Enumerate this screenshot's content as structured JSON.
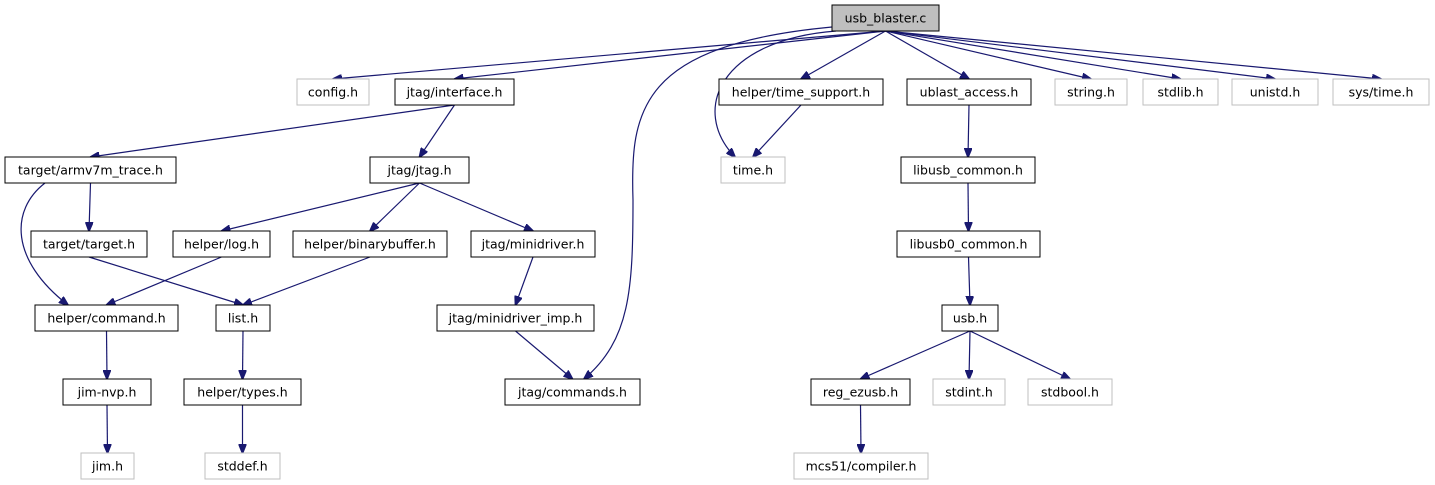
{
  "colors": {
    "edge": "#191970",
    "box_border": "#000000",
    "external_border": "#bfbfbf",
    "root_fill": "#bfbfbf",
    "box_fill": "#ffffff"
  },
  "nodes": [
    {
      "id": "usb_blaster",
      "label": "usb_blaster.c",
      "kind": "root"
    },
    {
      "id": "config",
      "label": "config.h",
      "kind": "external"
    },
    {
      "id": "jtag_interface",
      "label": "jtag/interface.h",
      "kind": "local"
    },
    {
      "id": "time_support",
      "label": "helper/time_support.h",
      "kind": "local"
    },
    {
      "id": "ublast_access",
      "label": "ublast_access.h",
      "kind": "local"
    },
    {
      "id": "string",
      "label": "string.h",
      "kind": "external"
    },
    {
      "id": "stdlib",
      "label": "stdlib.h",
      "kind": "external"
    },
    {
      "id": "unistd",
      "label": "unistd.h",
      "kind": "external"
    },
    {
      "id": "sys_time",
      "label": "sys/time.h",
      "kind": "external"
    },
    {
      "id": "armv7m_trace",
      "label": "target/armv7m_trace.h",
      "kind": "local"
    },
    {
      "id": "jtag_jtag",
      "label": "jtag/jtag.h",
      "kind": "local"
    },
    {
      "id": "time",
      "label": "time.h",
      "kind": "external"
    },
    {
      "id": "libusb_common",
      "label": "libusb_common.h",
      "kind": "local"
    },
    {
      "id": "target_target",
      "label": "target/target.h",
      "kind": "local"
    },
    {
      "id": "helper_log",
      "label": "helper/log.h",
      "kind": "local"
    },
    {
      "id": "binarybuffer",
      "label": "helper/binarybuffer.h",
      "kind": "local"
    },
    {
      "id": "minidriver",
      "label": "jtag/minidriver.h",
      "kind": "local"
    },
    {
      "id": "libusb0_common",
      "label": "libusb0_common.h",
      "kind": "local"
    },
    {
      "id": "helper_command",
      "label": "helper/command.h",
      "kind": "local"
    },
    {
      "id": "list",
      "label": "list.h",
      "kind": "local"
    },
    {
      "id": "minidriver_imp",
      "label": "jtag/minidriver_imp.h",
      "kind": "local"
    },
    {
      "id": "usb",
      "label": "usb.h",
      "kind": "local"
    },
    {
      "id": "jim_nvp",
      "label": "jim-nvp.h",
      "kind": "local"
    },
    {
      "id": "helper_types",
      "label": "helper/types.h",
      "kind": "local"
    },
    {
      "id": "jtag_commands",
      "label": "jtag/commands.h",
      "kind": "local"
    },
    {
      "id": "reg_ezusb",
      "label": "reg_ezusb.h",
      "kind": "local"
    },
    {
      "id": "stdint",
      "label": "stdint.h",
      "kind": "external"
    },
    {
      "id": "stdbool",
      "label": "stdbool.h",
      "kind": "external"
    },
    {
      "id": "jim",
      "label": "jim.h",
      "kind": "external"
    },
    {
      "id": "stddef",
      "label": "stddef.h",
      "kind": "external"
    },
    {
      "id": "mcs51_compiler",
      "label": "mcs51/compiler.h",
      "kind": "external"
    }
  ],
  "edges": [
    [
      "usb_blaster",
      "config"
    ],
    [
      "usb_blaster",
      "jtag_interface"
    ],
    [
      "usb_blaster",
      "jtag_commands"
    ],
    [
      "usb_blaster",
      "time"
    ],
    [
      "usb_blaster",
      "time_support"
    ],
    [
      "usb_blaster",
      "ublast_access"
    ],
    [
      "usb_blaster",
      "string"
    ],
    [
      "usb_blaster",
      "stdlib"
    ],
    [
      "usb_blaster",
      "unistd"
    ],
    [
      "usb_blaster",
      "sys_time"
    ],
    [
      "jtag_interface",
      "armv7m_trace"
    ],
    [
      "jtag_interface",
      "jtag_jtag"
    ],
    [
      "time_support",
      "time"
    ],
    [
      "ublast_access",
      "libusb_common"
    ],
    [
      "armv7m_trace",
      "target_target"
    ],
    [
      "armv7m_trace",
      "helper_command"
    ],
    [
      "jtag_jtag",
      "helper_log"
    ],
    [
      "jtag_jtag",
      "binarybuffer"
    ],
    [
      "jtag_jtag",
      "minidriver"
    ],
    [
      "libusb_common",
      "libusb0_common"
    ],
    [
      "target_target",
      "list"
    ],
    [
      "helper_log",
      "helper_command"
    ],
    [
      "binarybuffer",
      "list"
    ],
    [
      "minidriver",
      "minidriver_imp"
    ],
    [
      "libusb0_common",
      "usb"
    ],
    [
      "helper_command",
      "jim_nvp"
    ],
    [
      "list",
      "helper_types"
    ],
    [
      "minidriver_imp",
      "jtag_commands"
    ],
    [
      "usb",
      "reg_ezusb"
    ],
    [
      "usb",
      "stdint"
    ],
    [
      "usb",
      "stdbool"
    ],
    [
      "jim_nvp",
      "jim"
    ],
    [
      "helper_types",
      "stddef"
    ],
    [
      "reg_ezusb",
      "mcs51_compiler"
    ]
  ]
}
